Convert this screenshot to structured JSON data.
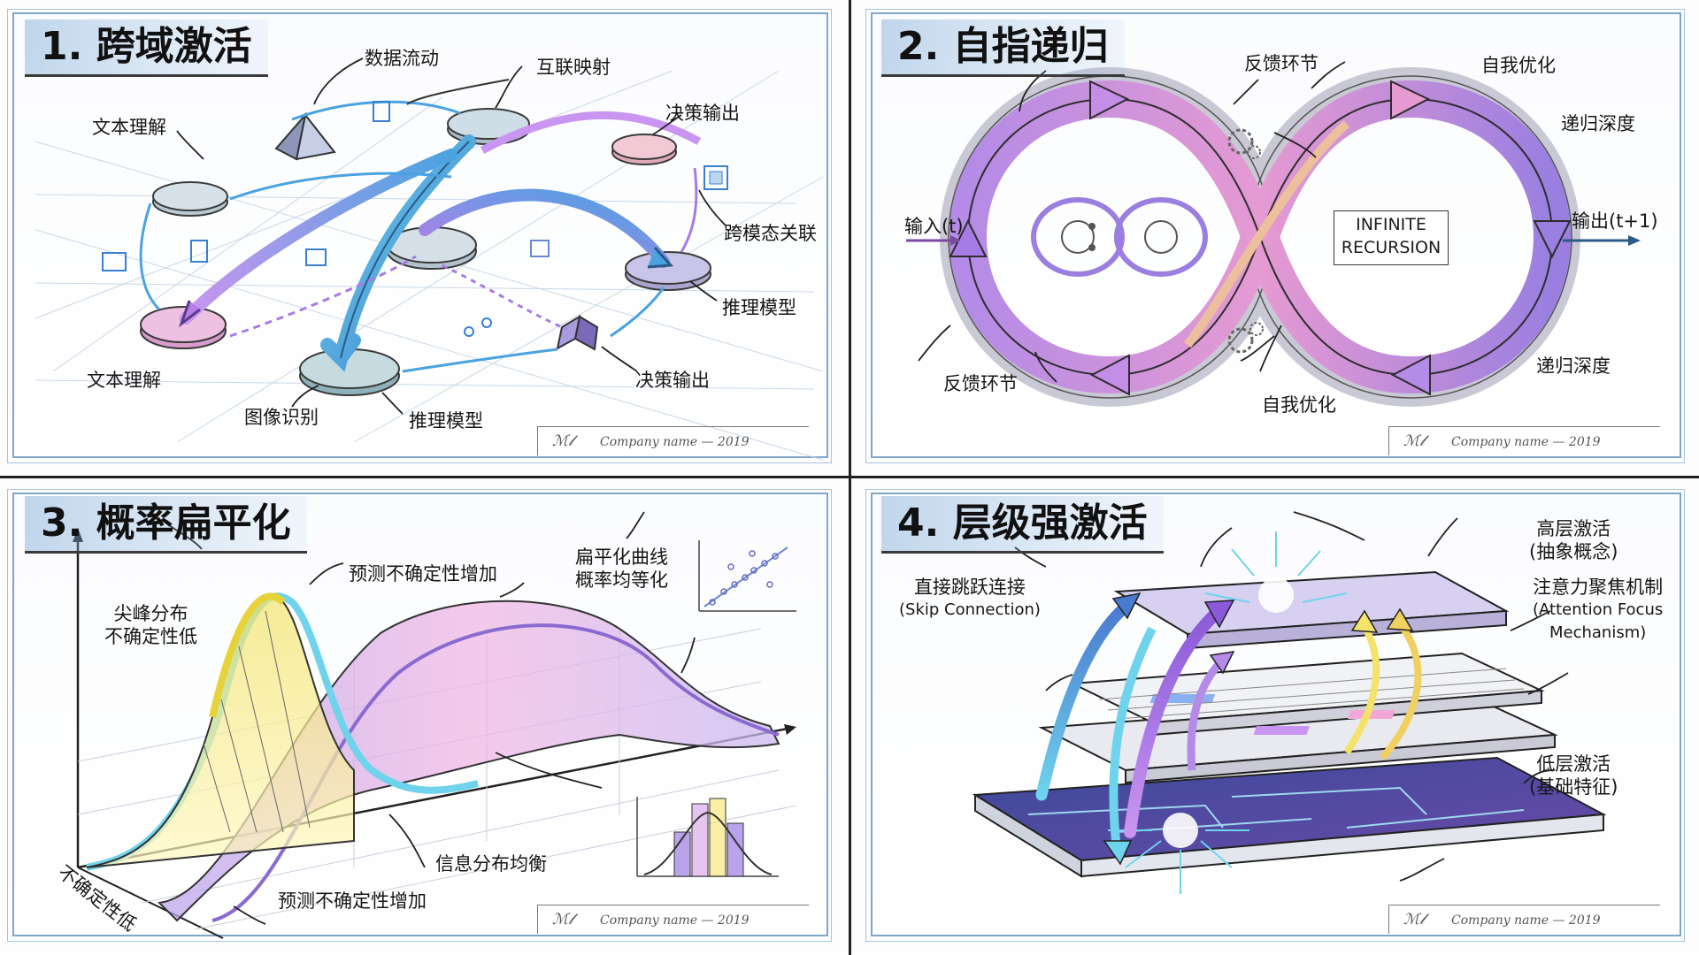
{
  "panels": [
    {
      "title": "1. 跨域激活",
      "labels": {
        "data_flow": "数据流动",
        "mutual_mapping": "互联映射",
        "decision_output_top": "决策输出",
        "text_understanding_top": "文本理解",
        "cross_modal": "跨模态关联",
        "reasoning_model_right": "推理模型",
        "text_understanding_bottom": "文本理解",
        "decision_output_bottom": "决策输出",
        "image_recognition": "图像识别",
        "reasoning_model_bottom": "推理模型"
      },
      "stamp": "Company name — 2019",
      "signature": "ℳ𝓁"
    },
    {
      "title": "2. 自指递归",
      "labels": {
        "feedback_top": "反馈环节",
        "self_opt_top": "自我优化",
        "recursion_depth_top": "递归深度",
        "input": "输入(t)",
        "output": "输出(t+1)",
        "feedback_bottom": "反馈环节",
        "self_opt_bottom": "自我优化",
        "recursion_depth_bottom": "递归深度",
        "box_line1": "INFINITE",
        "box_line2": "RECURSION"
      },
      "stamp": "Company name — 2019",
      "signature": "ℳ𝓁"
    },
    {
      "title": "3. 概率扁平化",
      "labels": {
        "peak_line1": "尖峰分布",
        "peak_line2": "不确定性低",
        "uncertainty_rise_top": "预测不确定性增加",
        "flat_line1": "扁平化曲线",
        "flat_line2": "概率均等化",
        "info_balance": "信息分布均衡",
        "uncertainty_rise_bottom": "预测不确定性增加",
        "axis_low": "不确定性低"
      },
      "stamp": "Company name — 2019",
      "signature": "ℳ𝓁"
    },
    {
      "title": "4. 层级强激活",
      "labels": {
        "high_line1": "高层激活",
        "high_line2": "(抽象概念)",
        "skip_line1": "直接跳跃连接",
        "skip_line2": "(Skip Connection)",
        "attn_line1": "注意力聚焦机制",
        "attn_line2": "(Attention Focus",
        "attn_line3": "Mechanism)",
        "low_line1": "低层激活",
        "low_line2": "(基础特征)"
      },
      "stamp": "Company name — 2019",
      "signature": "ℳ𝓁"
    }
  ],
  "colors": {
    "frame": "#7fa6c9",
    "blue": "#4aa3e0",
    "purple": "#a77be6",
    "pink": "#e59ad2",
    "yellow": "#f3e36a",
    "cyan": "#6fd3ec"
  }
}
